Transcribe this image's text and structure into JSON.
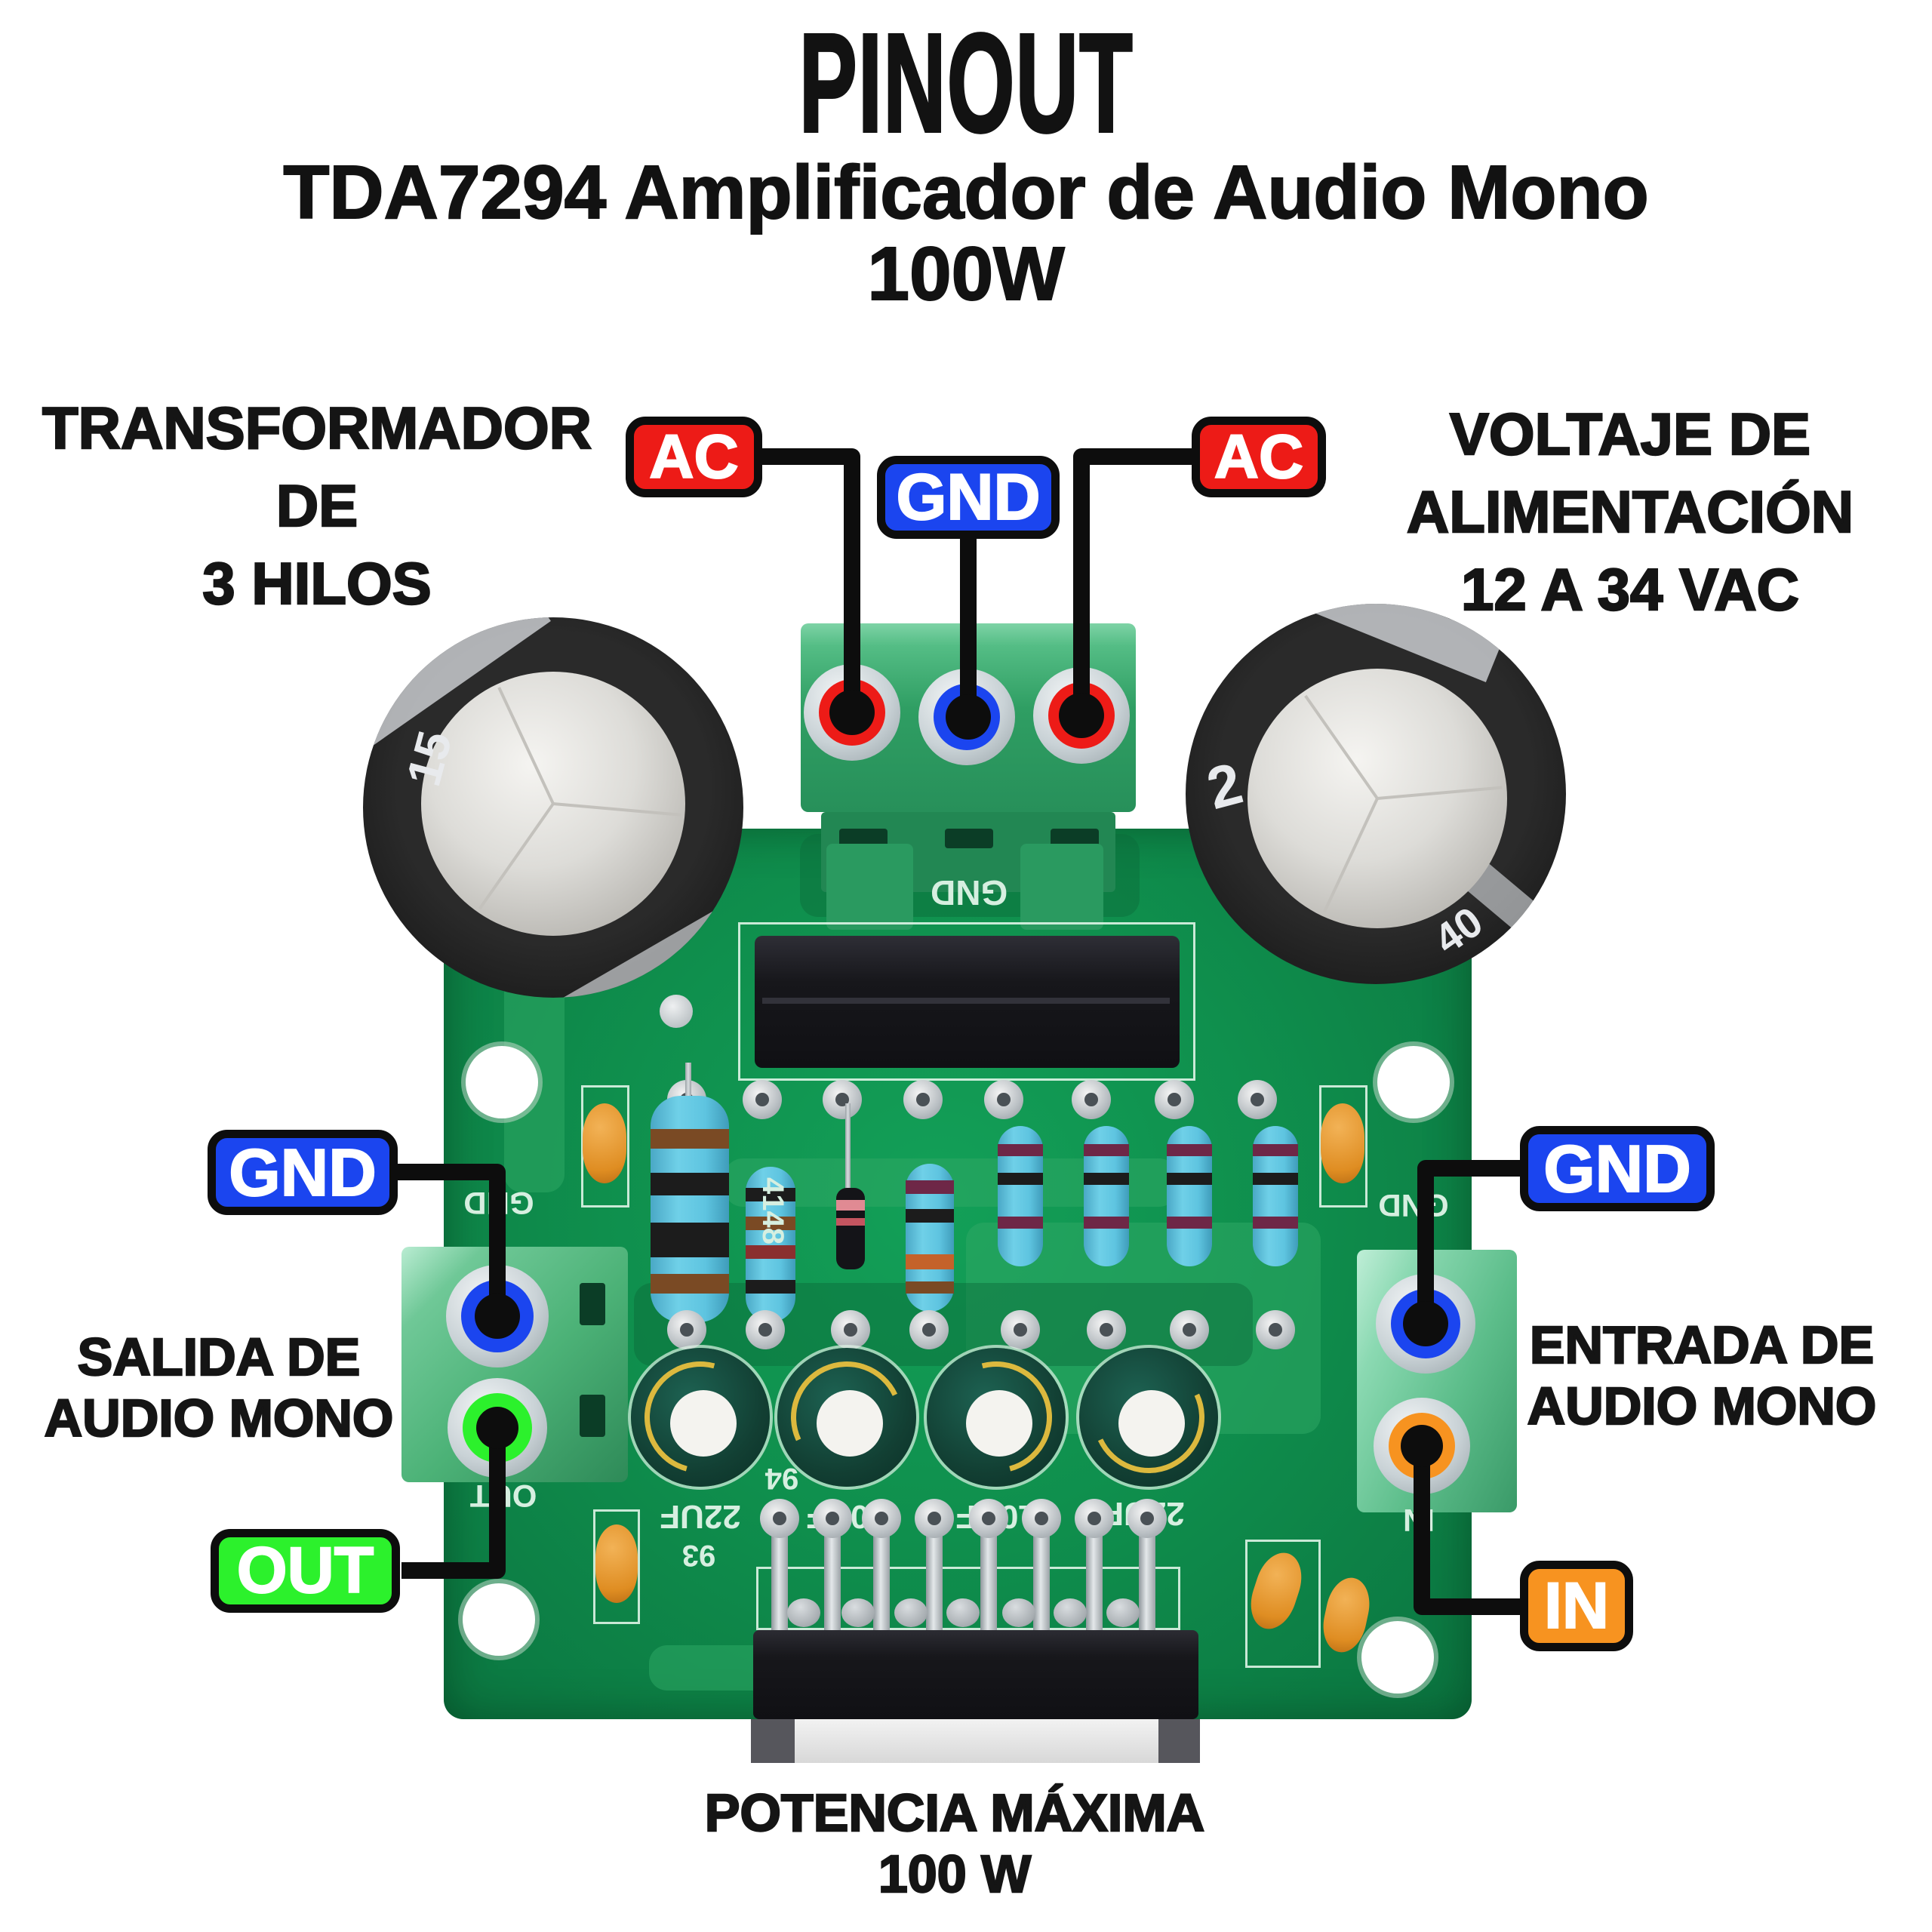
{
  "title": {
    "main": "PINOUT",
    "subtitle": "TDA7294 Amplificador de Audio Mono",
    "wattage": "100W"
  },
  "labels": {
    "transformer_l1": "TRANSFORMADOR DE",
    "transformer_l2": "3 HILOS",
    "supply_l1": "VOLTAJE DE",
    "supply_l2": "ALIMENTACIÓN",
    "supply_l3": "12 A 34 VAC",
    "salida_l1": "SALIDA DE",
    "salida_l2": "AUDIO MONO",
    "entrada_l1": "ENTRADA DE",
    "entrada_l2": "AUDIO MONO",
    "potencia_l1": "POTENCIA MÁXIMA",
    "potencia_l2": "100 W"
  },
  "badges": {
    "ac_left": "AC",
    "gnd_top": "GND",
    "ac_right": "AC",
    "gnd_out": "GND",
    "out": "OUT",
    "gnd_in": "GND",
    "in": "IN"
  },
  "silkscreen": {
    "power_header": "AC GND AC",
    "gnd_left": "GND",
    "out": "OUT",
    "gnd_right": "GND",
    "in": "IN",
    "cap1": "22UF",
    "cap2": "10UF",
    "cap3": "10UF",
    "cap4": "22UF",
    "ref93": "93",
    "ref94": "94",
    "diode": "4148"
  },
  "cap_markings": {
    "left_top": "15",
    "right_left": "2",
    "right_bottom": "40"
  },
  "colors": {
    "badge_red": "#ed1b17",
    "badge_blue": "#1b45ef",
    "badge_green": "#2cf12c",
    "badge_orange": "#f79320",
    "pcb_green": "#0f8f4d",
    "line_black": "#0d0d0d"
  }
}
